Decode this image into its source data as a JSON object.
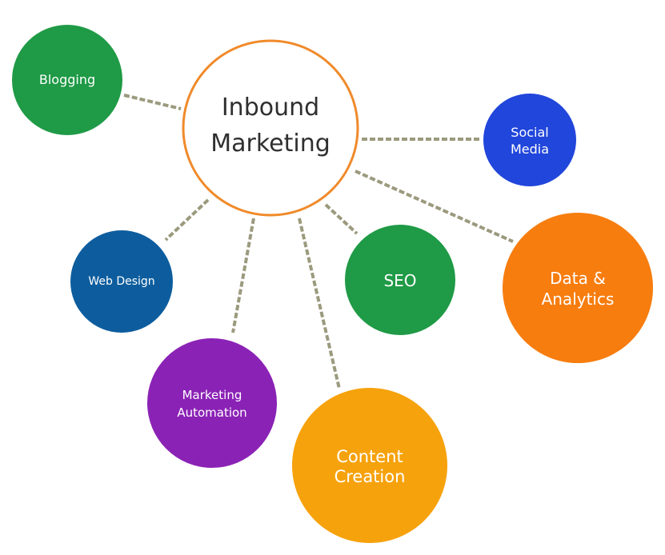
{
  "hub": {
    "lines": [
      "Inbound",
      "Marketing"
    ],
    "border_color": "#f08a2a"
  },
  "nodes": [
    {
      "id": "blogging",
      "lines": [
        "Blogging"
      ],
      "color": "#1f9a46"
    },
    {
      "id": "social-media",
      "lines": [
        "Social",
        "Media"
      ],
      "color": "#2146db"
    },
    {
      "id": "web-design",
      "lines": [
        "Web Design"
      ],
      "color": "#0d5d9e"
    },
    {
      "id": "seo",
      "lines": [
        "SEO"
      ],
      "color": "#1f9a46"
    },
    {
      "id": "data-analytics",
      "lines": [
        "Data &",
        "Analytics"
      ],
      "color": "#f77d0f"
    },
    {
      "id": "marketing-automation",
      "lines": [
        "Marketing",
        "Automation"
      ],
      "color": "#8b22b6"
    },
    {
      "id": "content-creation",
      "lines": [
        "Content",
        "Creation"
      ],
      "color": "#f6a20c"
    }
  ],
  "connector_color": "#9c9a7e"
}
